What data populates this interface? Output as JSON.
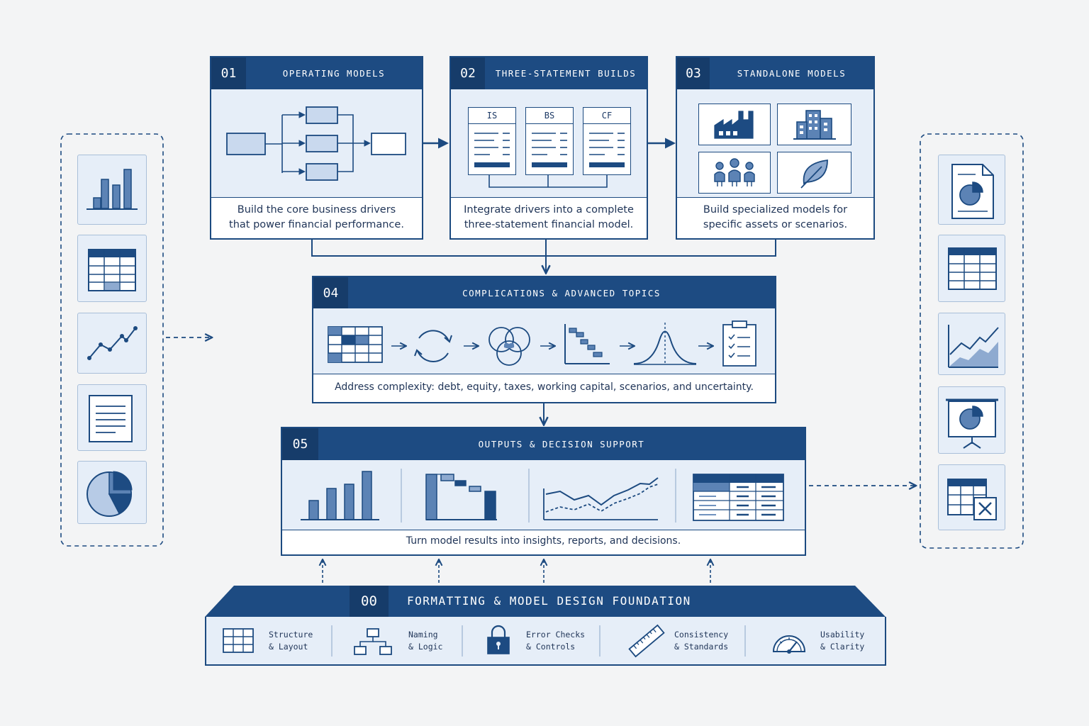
{
  "steps": [
    {
      "num": "01",
      "title": "OPERATING MODELS",
      "desc_line1": "Build the core business drivers",
      "desc_line2": "that power financial performance."
    },
    {
      "num": "02",
      "title": "THREE-STATEMENT BUILDS",
      "desc_line1": "Integrate drivers into a complete",
      "desc_line2": "three-statement financial model.",
      "statements": [
        "IS",
        "BS",
        "CF"
      ]
    },
    {
      "num": "03",
      "title": "STANDALONE MODELS",
      "desc_line1": "Build specialized models for",
      "desc_line2": "specific assets or scenarios."
    },
    {
      "num": "04",
      "title": "COMPLICATIONS & ADVANCED TOPICS",
      "desc": "Address complexity: debt, equity, taxes, working capital, scenarios, and uncertainty."
    },
    {
      "num": "05",
      "title": "OUTPUTS & DECISION SUPPORT",
      "desc": "Turn model results into insights, reports, and decisions."
    }
  ],
  "foundation": {
    "num": "00",
    "title": "FORMATTING & MODEL DESIGN FOUNDATION",
    "items": [
      {
        "line1": "Structure",
        "line2": "& Layout",
        "icon": "grid-icon"
      },
      {
        "line1": "Naming",
        "line2": "& Logic",
        "icon": "hierarchy-icon"
      },
      {
        "line1": "Error Checks",
        "line2": "& Controls",
        "icon": "lock-icon"
      },
      {
        "line1": "Consistency",
        "line2": "& Standards",
        "icon": "ruler-icon"
      },
      {
        "line1": "Usability",
        "line2": "& Clarity",
        "icon": "gauge-icon"
      }
    ]
  },
  "left_inputs": [
    "bar-chart-icon",
    "spreadsheet-icon",
    "line-chart-icon",
    "document-icon",
    "pie-chart-icon"
  ],
  "right_outputs": [
    "report-icon",
    "spreadsheet-icon",
    "area-chart-icon",
    "presentation-icon",
    "excel-file-icon"
  ],
  "colors": {
    "primary": "#1d4b82",
    "dark": "#163c6a",
    "light": "#e6eef8",
    "accent": "#5c83b5"
  }
}
